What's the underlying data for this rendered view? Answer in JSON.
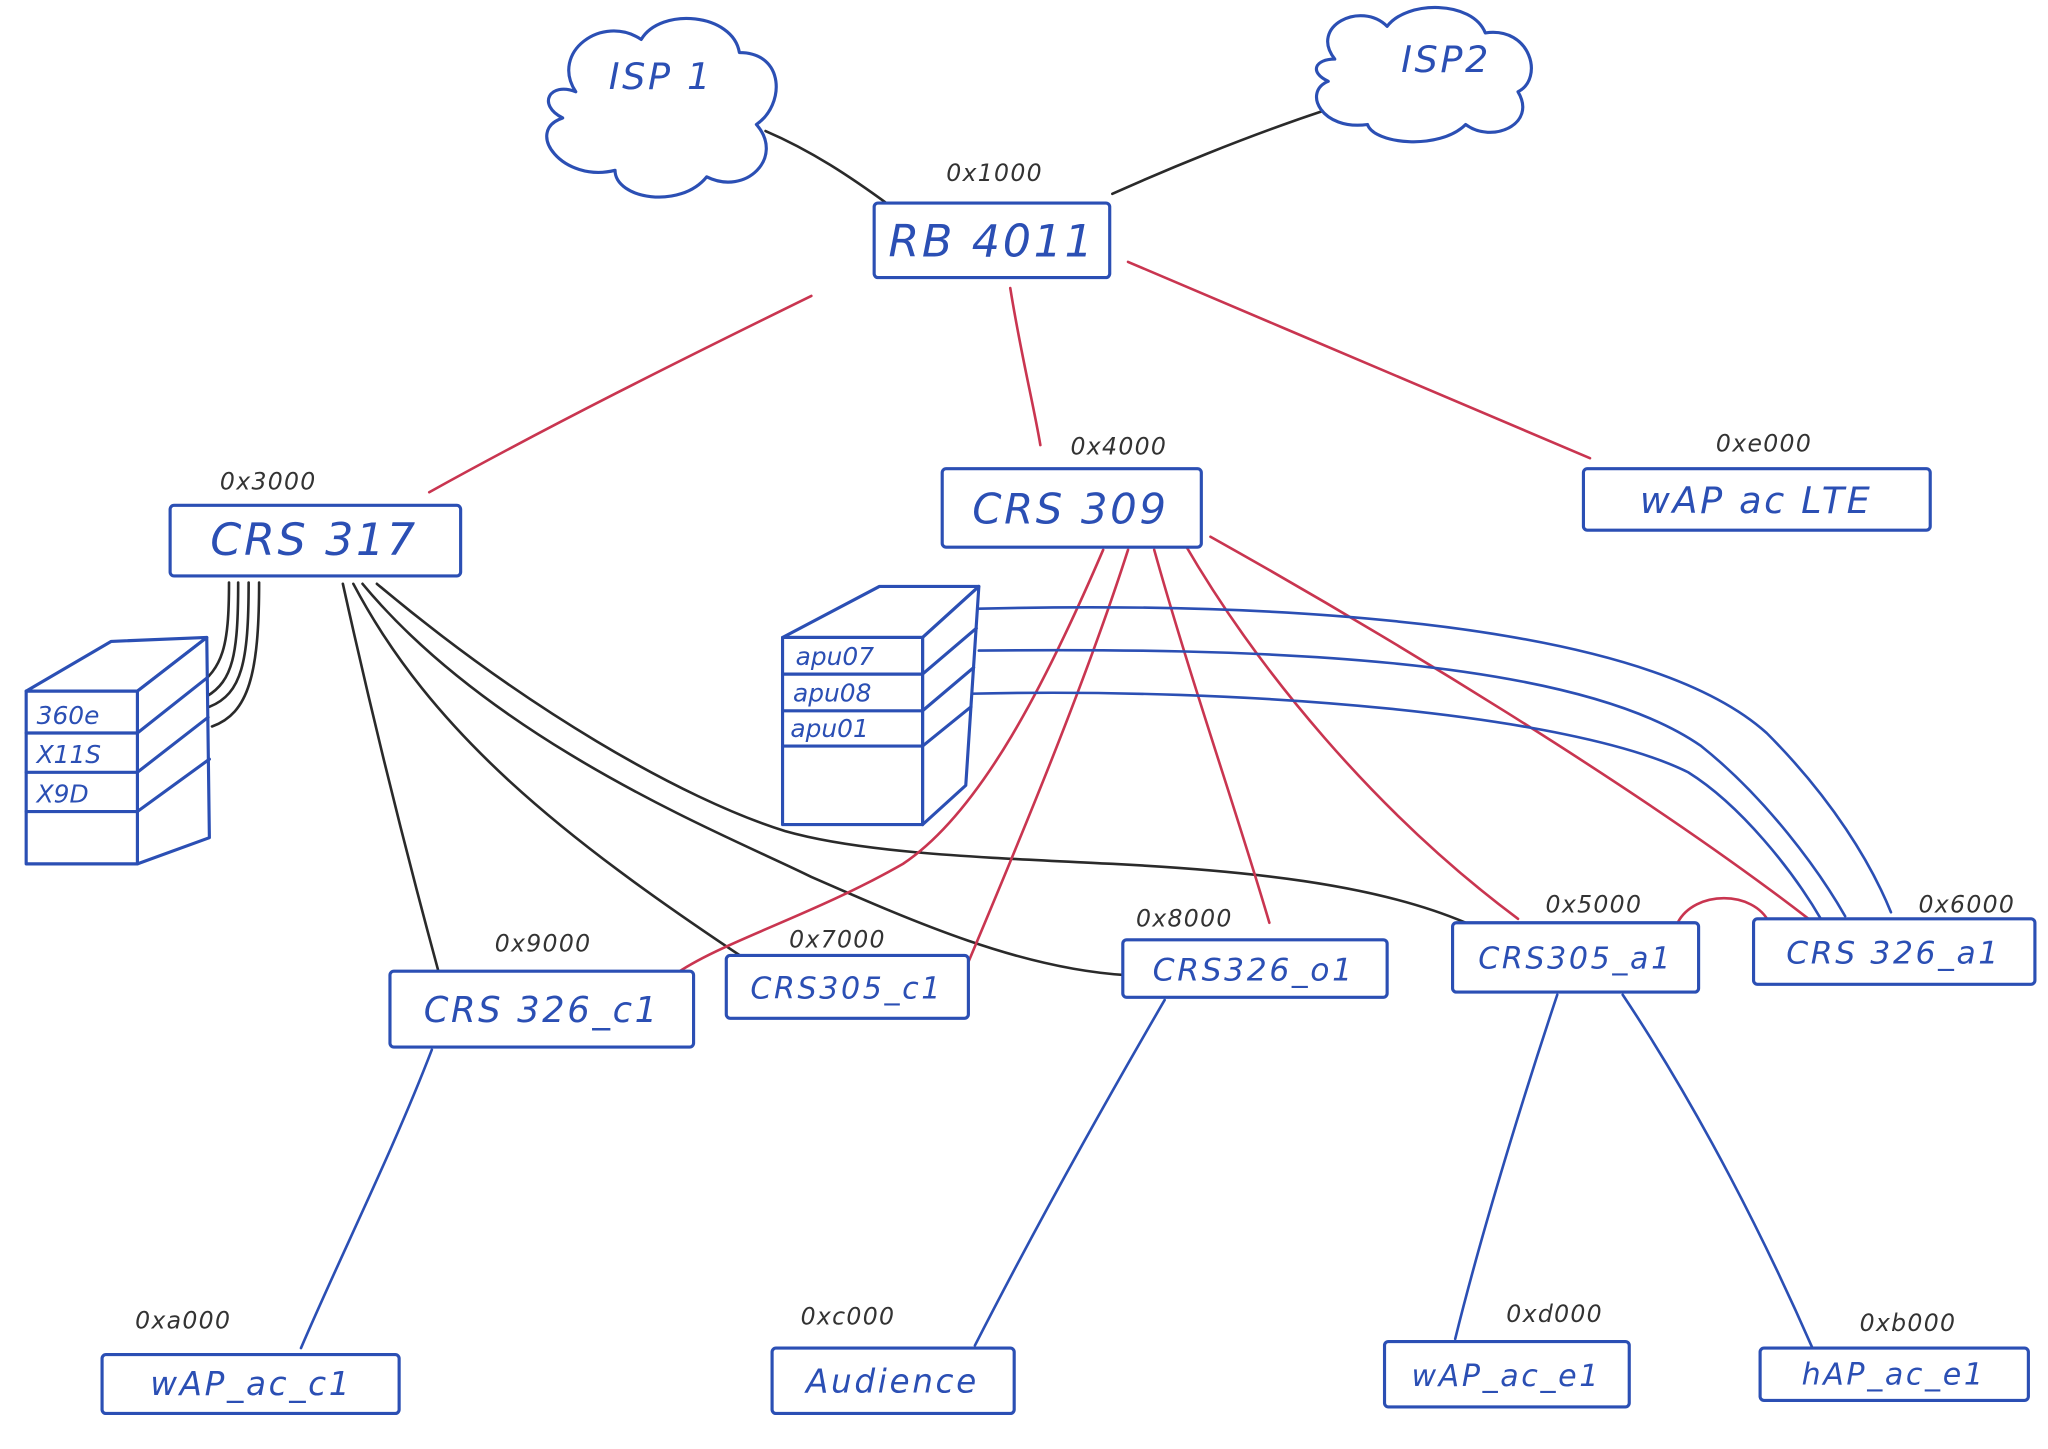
{
  "colors": {
    "ink_blue": "#2b4fb4",
    "link_red": "#c93550",
    "link_black": "#2a2a2a",
    "address_text": "#333333",
    "background": "#ffffff"
  },
  "clouds": {
    "isp1": "ISP 1",
    "isp2": "ISP2"
  },
  "nodes": {
    "rb4011": {
      "name": "RB 4011",
      "address": "0x1000"
    },
    "crs317": {
      "name": "CRS 317",
      "address": "0x3000"
    },
    "crs309": {
      "name": "CRS 309",
      "address": "0x4000"
    },
    "wap_ac_lte": {
      "name": "wAP ac LTE",
      "address": "0xe000"
    },
    "crs326_c1": {
      "name": "CRS 326_c1",
      "address": "0x9000"
    },
    "crs305_c1": {
      "name": "CRS305_c1",
      "address": "0x7000"
    },
    "crs326_o1": {
      "name": "CRS326_o1",
      "address": "0x8000"
    },
    "crs305_a1": {
      "name": "CRS305_a1",
      "address": "0x5000"
    },
    "crs326_a1": {
      "name": "CRS 326_a1",
      "address": "0x6000"
    },
    "wap_ac_c1": {
      "name": "wAP_ac_c1",
      "address": "0xa000"
    },
    "audience": {
      "name": "Audience",
      "address": "0xc000"
    },
    "wap_ac_e1": {
      "name": "wAP_ac_e1",
      "address": "0xd000"
    },
    "hap_ac_e1": {
      "name": "hAP_ac_e1",
      "address": "0xb000"
    }
  },
  "racks": {
    "left": [
      "360e",
      "X11S",
      "X9D"
    ],
    "middle": [
      "apu07",
      "apu08",
      "apu01"
    ]
  }
}
